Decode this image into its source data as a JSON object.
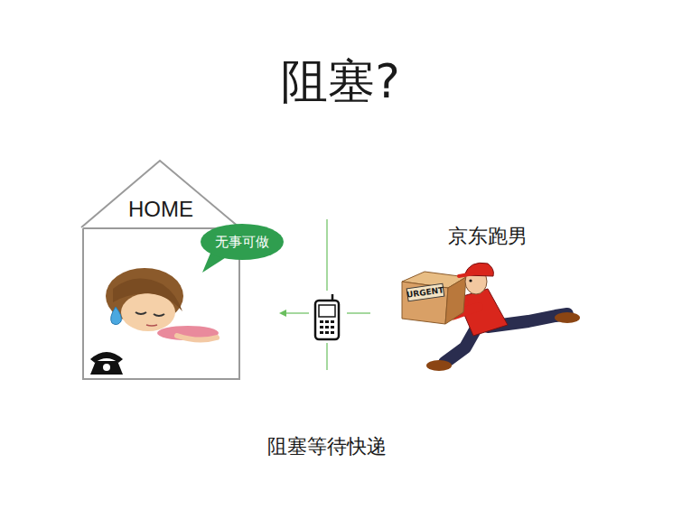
{
  "diagram": {
    "title": "阻塞?",
    "caption": "阻塞等待快递",
    "nodes": [
      {
        "text": [
          "HOME"
        ]
      },
      {
        "text": [
          "无事可做"
        ]
      }
    ],
    "labels": [
      "京东跑男",
      "URGENT"
    ]
  }
}
